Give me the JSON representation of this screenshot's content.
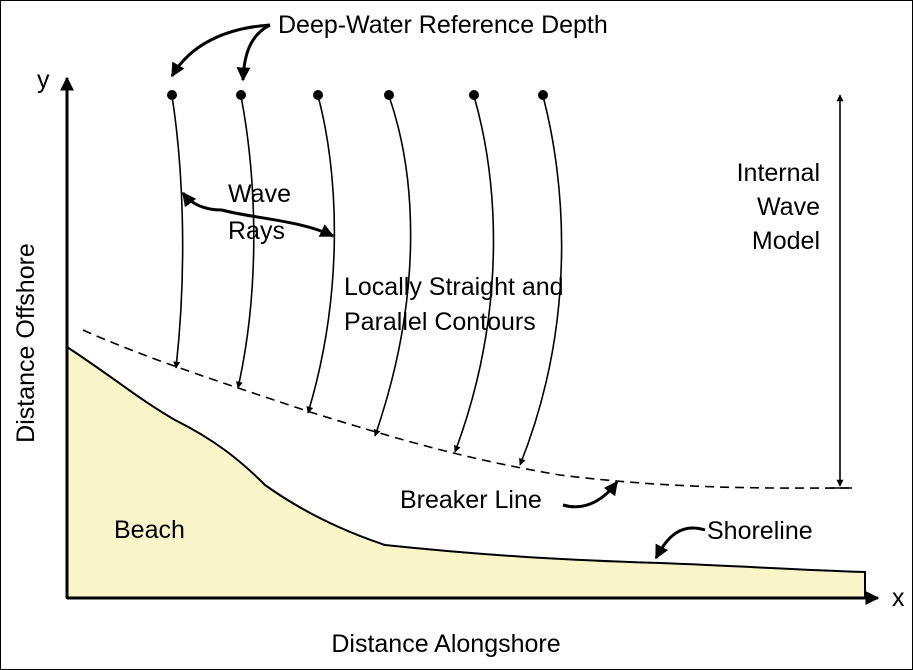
{
  "labels": {
    "deep_water": "Deep-Water Reference Depth",
    "wave_line1": "Wave",
    "wave_line2": "Rays",
    "contours_line1": "Locally Straight and",
    "contours_line2": "Parallel Contours",
    "internal_line1": "Internal",
    "internal_line2": "Wave",
    "internal_line3": "Model",
    "breaker": "Breaker Line",
    "shoreline": "Shoreline",
    "beach": "Beach",
    "y_title": "Distance Offshore",
    "x_title": "Distance Alongshore",
    "y_axis": "y",
    "x_axis": "x"
  },
  "colors": {
    "beach_fill": "#faf5c8",
    "ink": "#000000"
  }
}
